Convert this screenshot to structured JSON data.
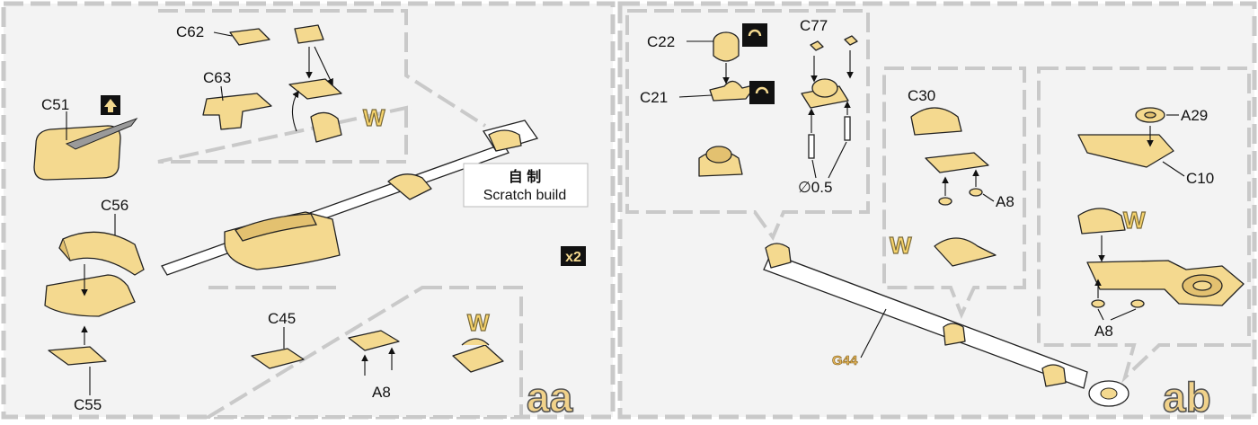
{
  "panels": {
    "aa": {
      "tag": "aa",
      "multiplier": "x2",
      "scratch_build": {
        "cn": "自 制",
        "en": "Scratch build"
      },
      "labels": {
        "c51": "C51",
        "c56": "C56",
        "c55": "C55",
        "c62": "C62",
        "c63": "C63",
        "c45": "C45",
        "a8": "A8"
      },
      "w_marks": [
        "W",
        "W"
      ]
    },
    "ab": {
      "tag": "ab",
      "labels": {
        "c22": "C22",
        "c21": "C21",
        "c77": "C77",
        "dia": "∅0.5",
        "c30": "C30",
        "a8_mid": "A8",
        "a29": "A29",
        "c10": "C10",
        "a8_right": "A8",
        "g44": "G44"
      },
      "w_marks": [
        "W",
        "W"
      ]
    }
  }
}
